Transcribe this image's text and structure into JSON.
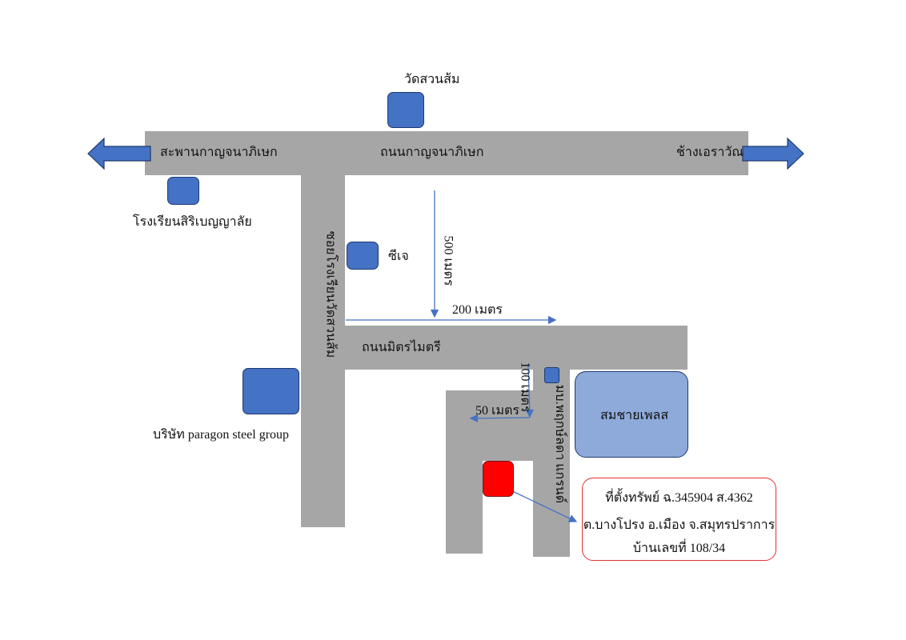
{
  "labels": {
    "temple": "วัดสวนส้ม",
    "bridge": "สะพานกาญจนาภิเษก",
    "main_road": "ถนนกาญจนาภิเษก",
    "erawan": "ช้างเอราวัณ",
    "school": "โรงเรียนสิริเบญญาลัย",
    "cj": "ซีเจ",
    "dist_500": "500 เมตร",
    "dist_200": "200 เมตร",
    "mitmaitri_road": "ถนนมิตรไมตรี",
    "soi_school": "ซอยโรงเรียนวัดสวนส้ม",
    "dist_100": "100 เมตร",
    "dist_50": "50 เมตร",
    "village": "มบ.พฤกษ์ลดา แกรนด์",
    "somchai_place": "สมชายเพลส",
    "paragon": "บริษัท paragon steel group"
  },
  "info_box": {
    "line1": "ที่ตั้งทรัพย์ ฉ.345904 ส.4362",
    "line2": "ต.บางโปรง อ.เมือง จ.สมุทรปราการ",
    "line3": "บ้านเลขที่ 108/34"
  },
  "colors": {
    "road": "#a6a6a6",
    "landmark": "#4472c4",
    "property": "#ff0000",
    "info_border": "#e03030",
    "somchai_fill": "#8eaadb"
  }
}
